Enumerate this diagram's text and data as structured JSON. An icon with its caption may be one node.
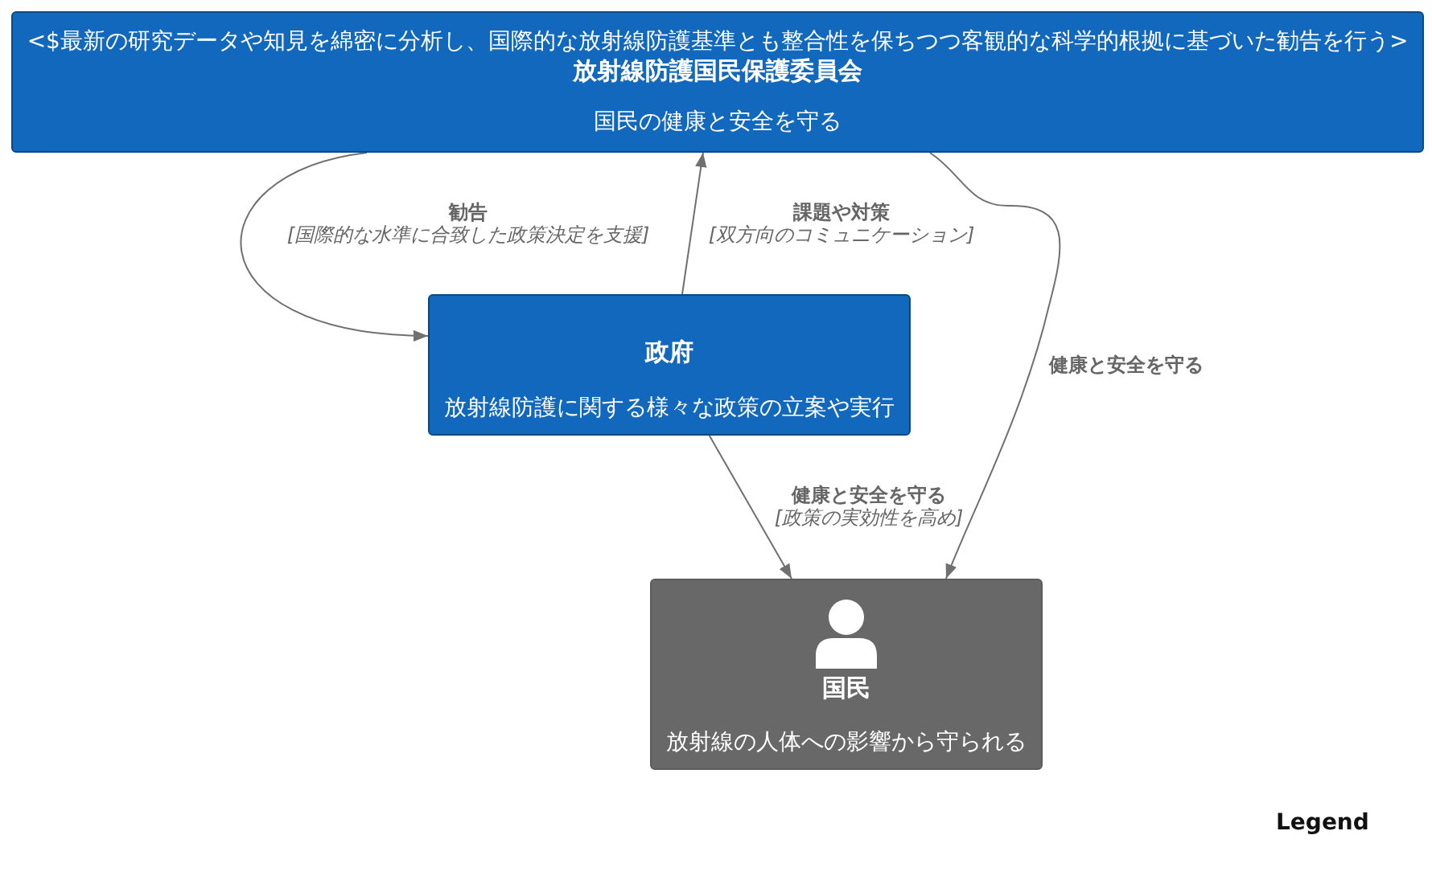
{
  "diagram": {
    "nodes": [
      {
        "text": [
          "<$最新の研究データや知見を綿密に分析し、国際的な放射線防護基準とも整合性を保ちつつ客観的な科学的根拠に基づいた勧告を行う>",
          "放射線防護国民保護委員会",
          "国民の健康と安全を守る"
        ]
      },
      {
        "text": [
          "政府",
          "放射線防護に関する様々な政策の立案や実行"
        ]
      },
      {
        "text": [
          "国民",
          "放射線の人体への影響から守られる"
        ]
      }
    ],
    "edges": [
      {
        "from": 0,
        "to": 1,
        "arrow": "to",
        "label": "勧告 *[国際的な水準に合致した政策決定を支援]*"
      },
      {
        "from": 1,
        "to": 0,
        "arrow": "to",
        "label": "課題や対策 *[双方向のコミュニケーション]*"
      },
      {
        "from": 1,
        "to": 2,
        "arrow": "to",
        "label": "健康と安全を守る *[政策の実効性を高め]*"
      },
      {
        "from": 0,
        "to": 2,
        "arrow": "to",
        "label": "健康と安全を守る"
      }
    ],
    "labels": [
      "Legend"
    ]
  }
}
